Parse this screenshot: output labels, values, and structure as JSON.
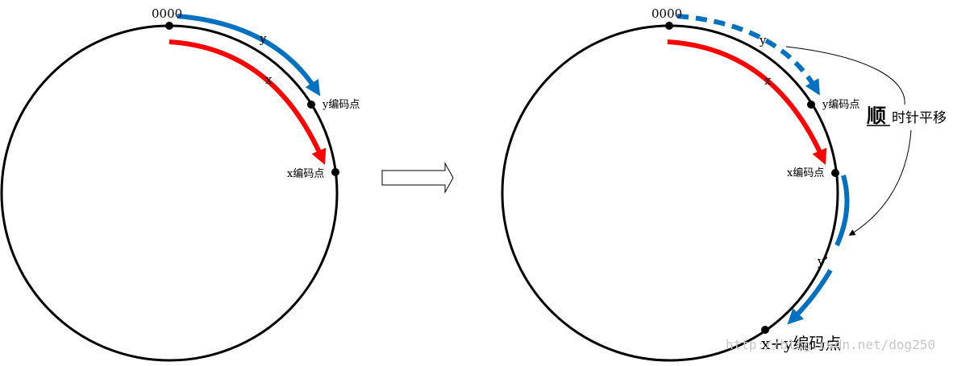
{
  "colors": {
    "circle": "#000000",
    "x_arc": "#ff0000",
    "y_arc": "#0070c0",
    "watermark": "#c8c8c8"
  },
  "left": {
    "origin_label": "0000",
    "y_label": "y",
    "x_label": "x",
    "y_point_label": "y编码点",
    "x_point_label": "x编码点"
  },
  "right": {
    "origin_label": "0000",
    "y_label": "y",
    "x_label": "x",
    "y_point_label": "y编码点",
    "x_point_label": "x编码点",
    "shifted_y_label": "y’",
    "sum_point_label": "x+y编码点",
    "annotation_emphasis": "顺",
    "annotation_rest": "时针平移"
  },
  "watermark": "http://blog.csdn.net/dog250"
}
